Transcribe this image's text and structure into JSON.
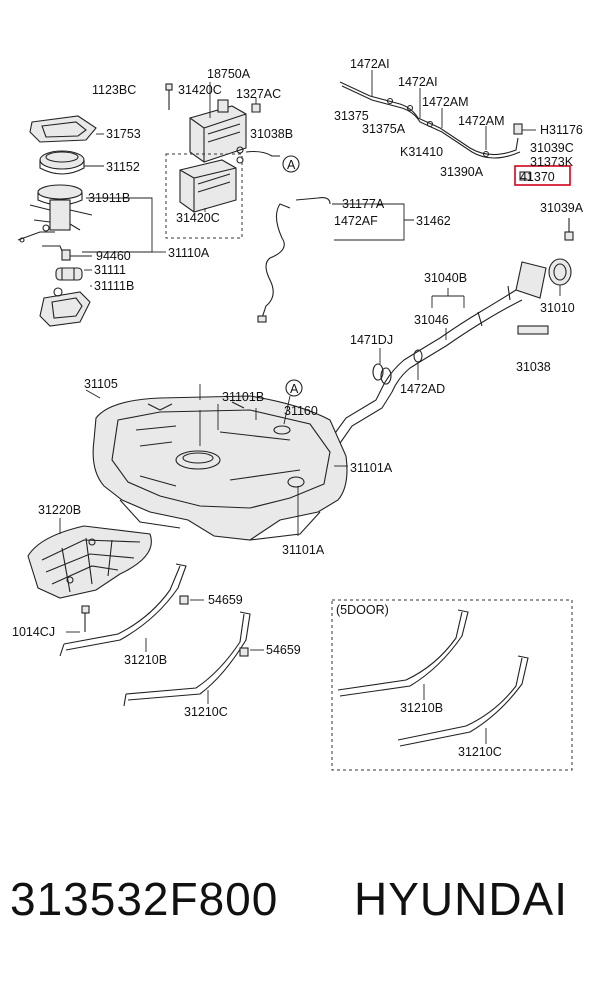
{
  "labels": {
    "l1123BC": "1123BC",
    "l18750A": "18750A",
    "l31420C_top": "31420C",
    "l1327AC": "1327AC",
    "l31753": "31753",
    "l31038B": "31038B",
    "l31152": "31152",
    "l31911B": "31911B",
    "l31420C_bot": "31420C",
    "l94460": "94460",
    "l31110A": "31110A",
    "l31111": "31111",
    "l31111B": "31111B",
    "l1472AI_a": "1472AI",
    "l1472AI_b": "1472AI",
    "l31375": "31375",
    "l1472AM_a": "1472AM",
    "l31375A": "31375A",
    "l1472AM_b": "1472AM",
    "lH31176": "H31176",
    "lK31410": "K31410",
    "l31039C": "31039C",
    "l31373K": "31373K",
    "l31390A": "31390A",
    "l41370": "41370",
    "l31177A": "31177A",
    "l1472AF": "1472AF",
    "l31462": "31462",
    "l31039A": "31039A",
    "l31040B": "31040B",
    "l31010": "31010",
    "l31046": "31046",
    "l1471DJ": "1471DJ",
    "l31038": "31038",
    "l1472AD": "1472AD",
    "l31105": "31105",
    "l31101B": "31101B",
    "l31160": "31160",
    "l31101A_a": "31101A",
    "l31101A_b": "31101A",
    "l31220B": "31220B",
    "l54659_a": "54659",
    "l1014CJ": "1014CJ",
    "l31210B_a": "31210B",
    "l54659_b": "54659",
    "l31210C_a": "31210C",
    "l5door": "(5DOOR)",
    "l31210B_b": "31210B",
    "l31210C_b": "31210C",
    "circleA_1": "A",
    "circleA_2": "A"
  },
  "highlight_color": "#d0021b",
  "footer": {
    "part_number": "313532F800",
    "brand": "HYUNDAI"
  }
}
